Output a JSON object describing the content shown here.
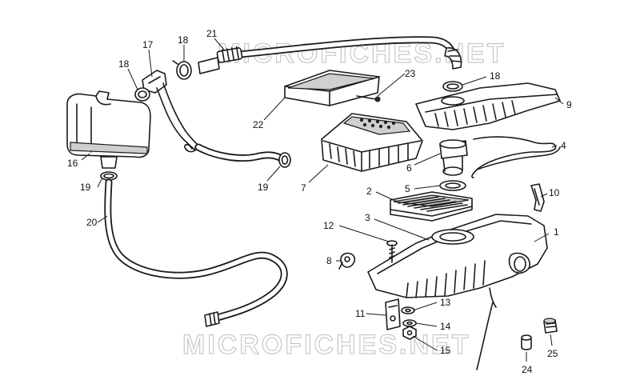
{
  "watermark": {
    "top_text": "MICROFICHES.NET",
    "bottom_text": "MICROFICHES.NET"
  },
  "callouts": {
    "c1": "1",
    "c2": "2",
    "c3": "3",
    "c4": "4",
    "c5": "5",
    "c6": "6",
    "c7": "7",
    "c8": "8",
    "c9": "9",
    "c10": "10",
    "c11": "11",
    "c12": "12",
    "c13": "13",
    "c14": "14",
    "c15": "15",
    "c16": "16",
    "c17": "17",
    "c18a": "18",
    "c18b": "18",
    "c18c": "18",
    "c19a": "19",
    "c19b": "19",
    "c20": "20",
    "c21": "21",
    "c22": "22",
    "c23": "23",
    "c24": "24",
    "c25": "25"
  }
}
